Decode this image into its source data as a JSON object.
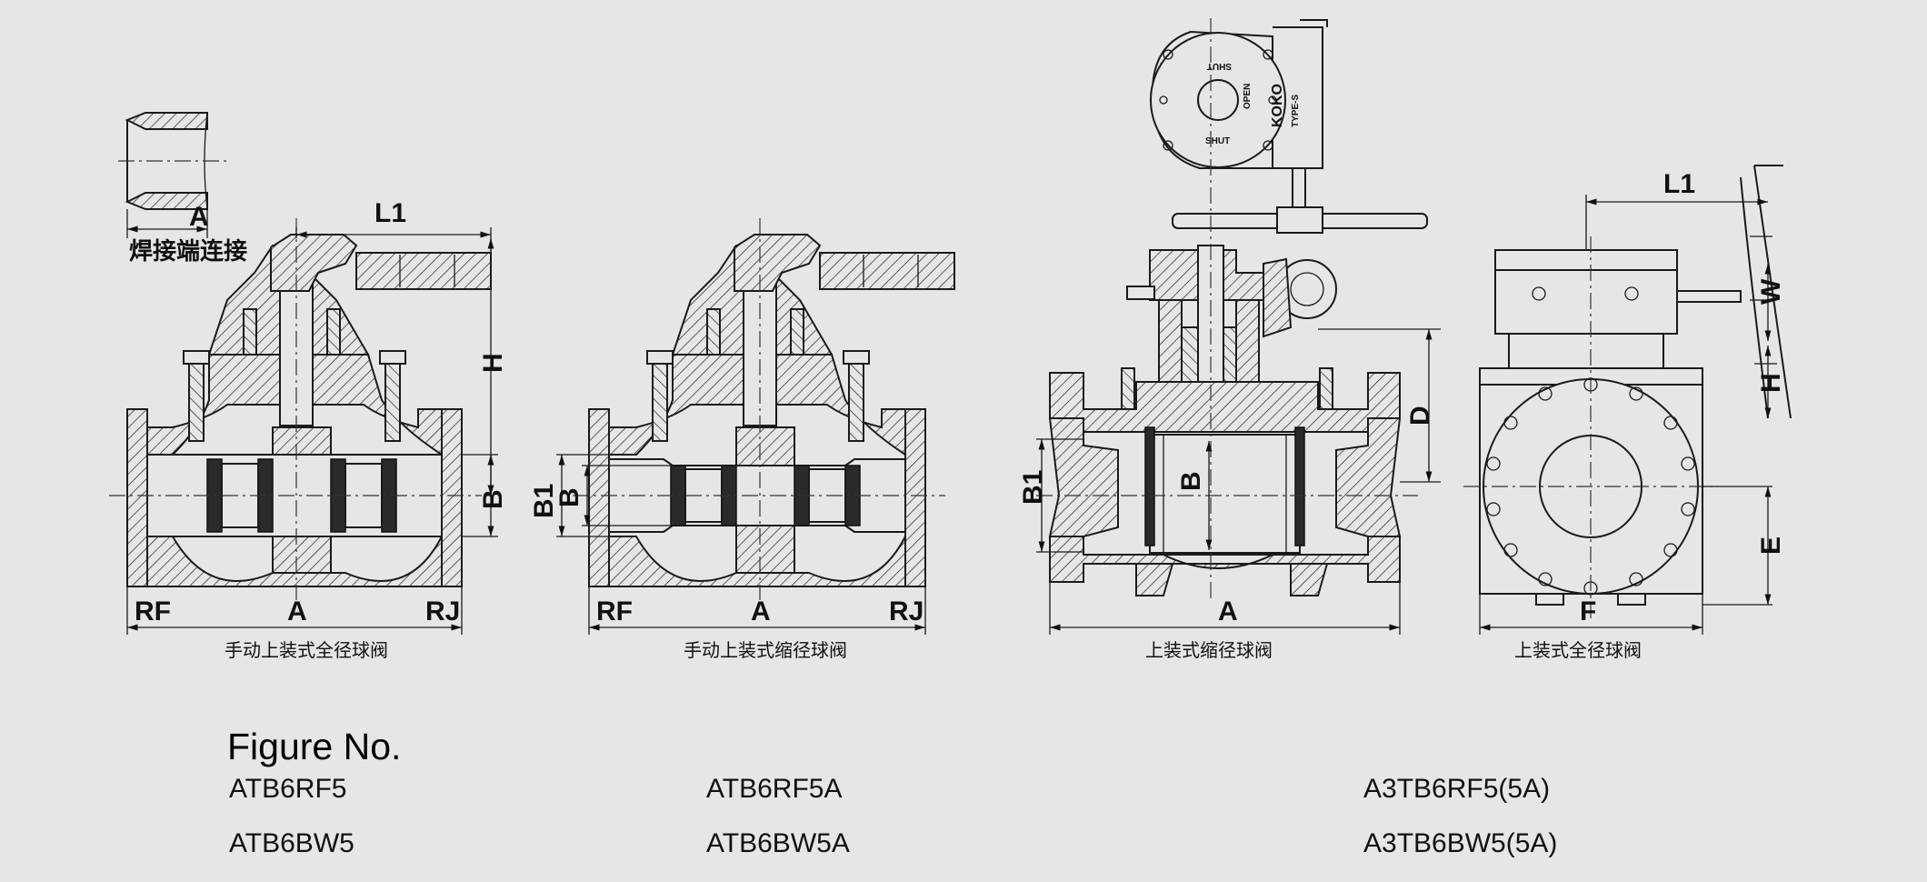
{
  "drawing": {
    "weld_end": {
      "dim_label": "A",
      "caption": "焊接端连接"
    },
    "view1": {
      "caption": "手动上装式全径球阀",
      "dims": {
        "l1": "L1",
        "h": "H",
        "b": "B",
        "a": "A",
        "rf": "RF",
        "rj": "RJ"
      }
    },
    "view2": {
      "caption": "手动上装式缩径球阀",
      "dims": {
        "b1": "B1",
        "b": "B",
        "a": "A",
        "rf": "RF",
        "rj": "RJ"
      }
    },
    "view3": {
      "caption": "上装式缩径球阀",
      "dims": {
        "b1": "B1",
        "b": "B",
        "d": "D",
        "a": "A"
      },
      "gearbox_text": {
        "shut_top": "SHUT",
        "shut_bottom": "SHUT",
        "open": "OPEN",
        "brand": "KOKO",
        "type": "TYPE-S"
      }
    },
    "view4": {
      "caption": "上装式全径球阀",
      "dims": {
        "l1": "L1",
        "w": "W",
        "h": "H",
        "e": "E",
        "f": "F"
      }
    }
  },
  "figure_numbers": {
    "title": "Figure No.",
    "columns": [
      [
        "ATB6RF5",
        "ATB6BW5"
      ],
      [
        "ATB6RF5A",
        "ATB6BW5A"
      ],
      [
        "A3TB6RF5(5A)",
        "A3TB6BW5(5A)"
      ]
    ]
  },
  "colors": {
    "background": "#e6e6e6",
    "ink": "#111111"
  }
}
